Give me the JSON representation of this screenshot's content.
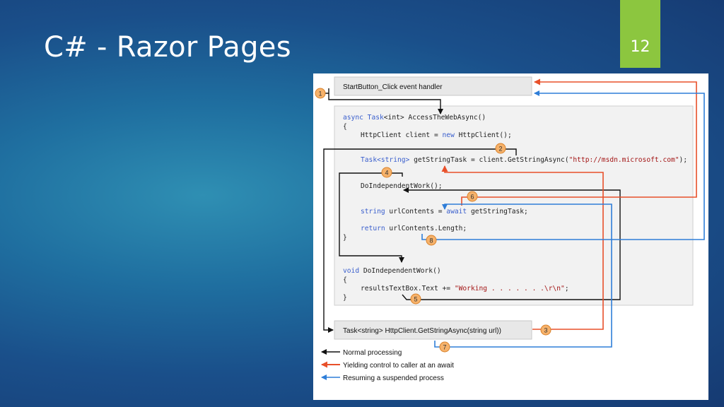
{
  "slide": {
    "title": "C# - Razor Pages",
    "page_number": "12"
  },
  "figure": {
    "top_box_label": "StartButton_Click event handler",
    "bottom_box_label": "Task<string> HttpClient.GetStringAsync(string url))",
    "code_method1": {
      "signature_kw": "async",
      "signature_type": "Task",
      "signature_rest": "<int> AccessTheWebAsync()",
      "open_brace": "{",
      "line_httpclient_a": "HttpClient client = ",
      "line_httpclient_kw": "new",
      "line_httpclient_b": " HttpClient();",
      "line_task_type": "Task",
      "line_task_generic": "<string>",
      "line_task_rest": " getStringTask = client.GetStringAsync(",
      "line_task_url": "\"http://msdn.microsoft.com\"",
      "line_task_end": ");",
      "line_doindep": "DoIndependentWork();",
      "line_string_kw": "string",
      "line_string_mid": " urlContents = ",
      "line_await_kw": "await",
      "line_string_end": " getStringTask;",
      "line_return_kw": "return",
      "line_return_rest": " urlContents.Length;",
      "close_brace": "}"
    },
    "code_method2": {
      "signature_kw": "void",
      "signature_rest": " DoIndependentWork()",
      "open_brace": "{",
      "line_text_a": "resultsTextBox.Text += ",
      "line_text_str": "\"Working . . . . . . .\\r\\n\"",
      "line_text_end": ";",
      "close_brace": "}"
    },
    "steps": [
      "1",
      "2",
      "3",
      "4",
      "5",
      "6",
      "7",
      "8"
    ],
    "legend": [
      {
        "label": "Normal processing",
        "color": "#111111"
      },
      {
        "label": "Yielding control to caller at an await",
        "color": "#e8502a"
      },
      {
        "label": "Resuming a suspended process",
        "color": "#2f7ed8"
      }
    ],
    "colors": {
      "normal": "#111111",
      "yield": "#e8502a",
      "resume": "#2f7ed8",
      "badge_fill": "#f6b26b",
      "badge_stroke": "#d9822b"
    }
  }
}
